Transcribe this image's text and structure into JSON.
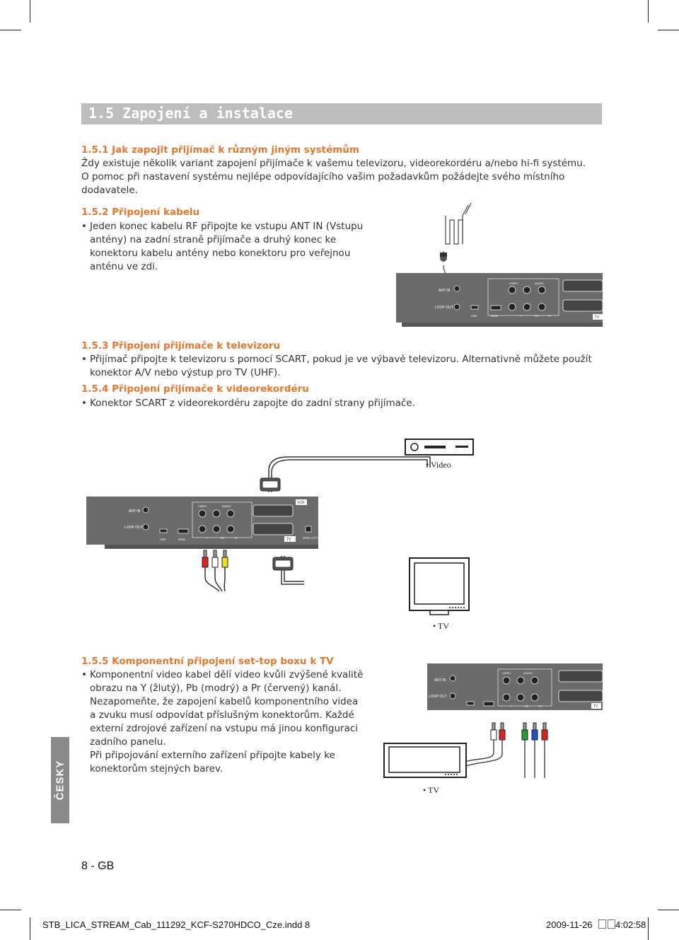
{
  "section": {
    "title": "1.5  Zapojení a instalace"
  },
  "s151": {
    "heading": "1.5.1 Jak zapojit přijímač k různým jiným systémům",
    "lines": [
      "Ždy existuje několik variant zapojení přijímače k vašemu televizoru, videorekordéru a/nebo hi-fi systému.",
      "O pomoc při nastavení systému nejlépe odpovídajícího vašim požadavkům požádejte svého místního",
      "dodavatele."
    ]
  },
  "s152": {
    "heading": "1.5.2 Připojení kabelu",
    "bullet": "•",
    "lines": [
      "Jeden konec kabelu RF připojte ke vstupu ANT IN (Vstupu",
      "antény) na zadní straně přijímače a druhý konec ke",
      "konektoru kabelu antény nebo konektoru pro veřejnou",
      "anténu ve zdi."
    ]
  },
  "s153": {
    "heading": "1.5.3 Připojení přijímače k televizoru",
    "bullet": "•",
    "lines": [
      "Přijímač připojte k televizoru s pomocí SCART, pokud je ve výbavě televizoru. Alternativně můžete použít",
      "konektor A/V nebo výstup pro TV (UHF)."
    ]
  },
  "s154": {
    "heading": "1.5.4 Připojení přijímače k videorekordéru",
    "bullet": "•",
    "line": "Konektor SCART z videorekordéru zapojte do zadní strany přijímače."
  },
  "s155": {
    "heading": "1.5.5 Komponentní připojení set-top boxu k TV",
    "bullet": "•",
    "lines": [
      "Komponentní video kabel dělí video kvůli zvýšené kvalitě",
      "obrazu na Y (žlutý), Pb (modrý) a Pr (červený) kanál.",
      "Nezapomeňte, že zapojení kabelů komponentního videa",
      "a zvuku musí odpovídat příslušným konektorům. Každé",
      "externí zdrojové zařízení na vstupu má jinou konfiguraci",
      "zadního panelu.",
      "Při připojování externího zařízení připojte kabely ke",
      "konektorům stejných barev."
    ]
  },
  "panel_labels": {
    "ant_in": "ANT IN",
    "loop_out": "LOOP OUT",
    "usb": "USB",
    "hdmi": "HDMI",
    "video": "VIDEO",
    "audio": "AUDIO",
    "l": "L",
    "r": "R",
    "y": "Y",
    "pb": "Pb",
    "pr": "Pr",
    "tv": "TV",
    "vcr": "VCR",
    "spdif": "S/PDIF (OPTICAL)"
  },
  "device_labels": {
    "video": "• Video",
    "tv1": "• TV",
    "tv2": "• TV"
  },
  "sidebar": {
    "language": "ČESKY"
  },
  "page": {
    "number": "8 - GB"
  },
  "footer": {
    "file": "STB_LICA_STREAM_Cab_111292_KCF-S270HDCO_Cze.indd   8",
    "date": "2009-11-26",
    "time": "4:02:58"
  },
  "colors": {
    "accent": "#e8762d",
    "section_bar": "#bdbdbd",
    "sidebar": "#8a8a8a",
    "panel": "#6b6b6b"
  }
}
